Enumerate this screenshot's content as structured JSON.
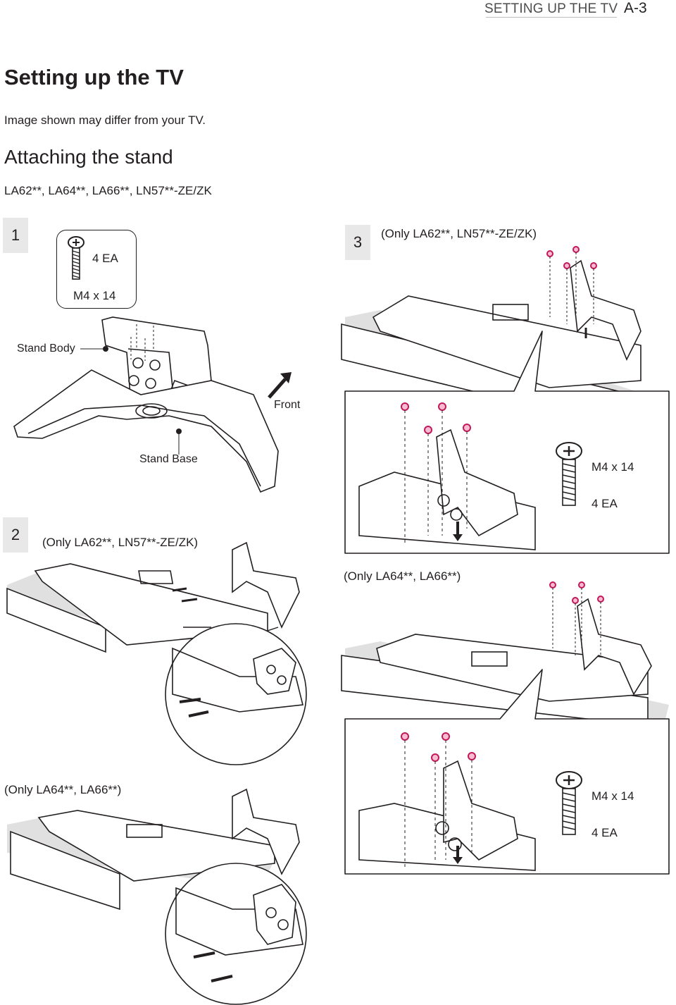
{
  "header": {
    "section": "SETTING UP THE TV",
    "page": "A-3"
  },
  "title": "Setting up the TV",
  "note": "Image shown may differ from your TV.",
  "subtitle": "Attaching the stand",
  "models": "LA62**, LA64**, LA66**, LN57**-ZE/ZK",
  "step1": {
    "number": "1",
    "screw_qty": "4 EA",
    "screw_size": "M4 x 14",
    "stand_body": "Stand Body",
    "front": "Front",
    "stand_base": "Stand Base"
  },
  "step2": {
    "number": "2",
    "variant_a": "(Only LA62**, LN57**-ZE/ZK)",
    "variant_b": "(Only LA64**, LA66**)"
  },
  "step3": {
    "number": "3",
    "variant_a": "(Only LA62**, LN57**-ZE/ZK)",
    "variant_b": "(Only LA64**, LA66**)",
    "screw_size_a": "M4 x 14",
    "screw_qty_a": "4 EA",
    "screw_size_b": "M4 x 14",
    "screw_qty_b": "4 EA"
  },
  "colors": {
    "screw_accent": "#c2185b",
    "step_box": "#e8e8e8",
    "shadow": "#d4d4d4"
  }
}
